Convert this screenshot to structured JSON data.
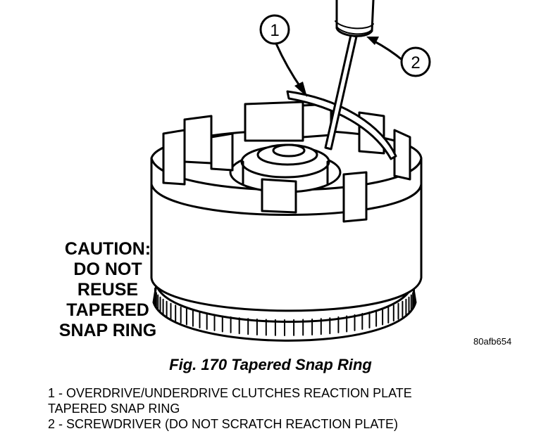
{
  "callouts": [
    {
      "id": "1"
    },
    {
      "id": "2"
    }
  ],
  "caution_lines": [
    "CAUTION:",
    "DO NOT",
    "REUSE",
    "TAPERED",
    "SNAP RING"
  ],
  "figure_code": "80afb654",
  "figure_title": "Fig. 170 Tapered Snap Ring",
  "legend": [
    "1 - OVERDRIVE/UNDERDRIVE CLUTCHES REACTION PLATE",
    "TAPERED SNAP RING",
    "2 - SCREWDRIVER (DO NOT SCRATCH REACTION PLATE)"
  ]
}
